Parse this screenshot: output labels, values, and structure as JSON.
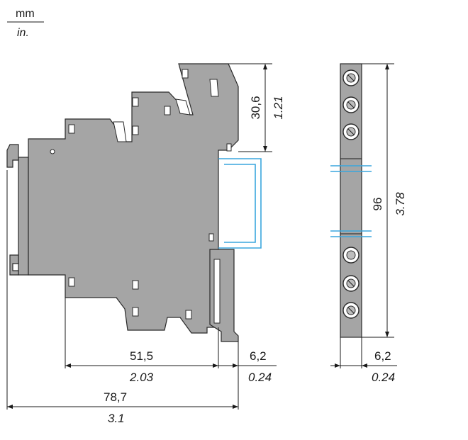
{
  "units": {
    "primary": "mm",
    "secondary": "in."
  },
  "dimensions": {
    "depth_main": {
      "mm": "51,5",
      "in": "2.03"
    },
    "rail_offset": {
      "mm": "6,2",
      "in": "0.24"
    },
    "total_depth": {
      "mm": "78,7",
      "in": "3.1"
    },
    "top_height": {
      "mm": "30,6",
      "in": "1.21"
    },
    "total_height": {
      "mm": "96",
      "in": "3.78"
    },
    "width": {
      "mm": "6,2",
      "in": "0.24"
    }
  },
  "colors": {
    "body": "#a5a5a5",
    "rail": "#3aa6dd",
    "line": "#1a1a1a"
  }
}
